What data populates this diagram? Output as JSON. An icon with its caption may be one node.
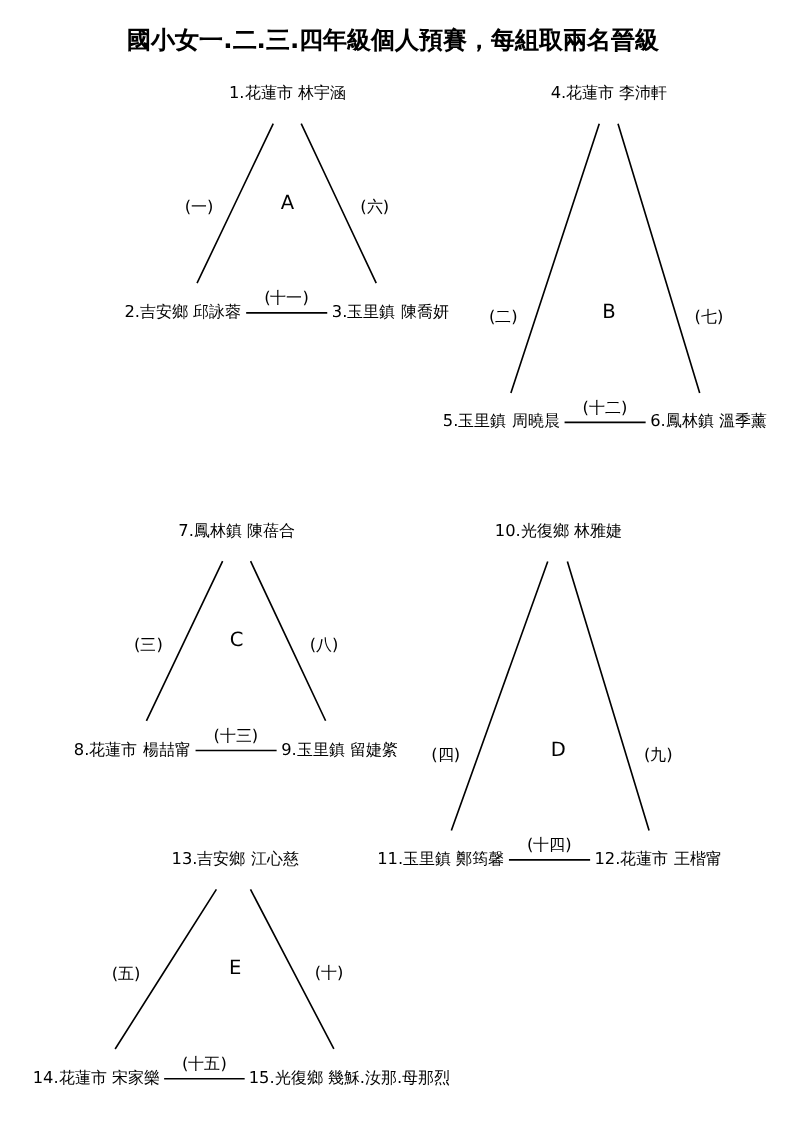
{
  "diagram": {
    "title": "國小女一.二.三.四年級個人預賽，每組取兩名晉級",
    "nodes": [
      {
        "text": [
          "1.花蓮市 林宇涵"
        ]
      },
      {
        "text": [
          "2.吉安鄉 邱詠蓉"
        ]
      },
      {
        "text": [
          "3.玉里鎮 陳喬妍"
        ]
      },
      {
        "text": [
          "4.花蓮市 李沛軒"
        ]
      },
      {
        "text": [
          "5.玉里鎮 周曉晨"
        ]
      },
      {
        "text": [
          "6.鳳林鎮 溫季薰"
        ]
      },
      {
        "text": [
          "7.鳳林鎮 陳蓓合"
        ]
      },
      {
        "text": [
          "8.花蓮市 楊喆甯"
        ]
      },
      {
        "text": [
          "9.玉里鎮 留婕綮"
        ]
      },
      {
        "text": [
          "10.光復鄉 林雅婕"
        ]
      },
      {
        "text": [
          "11.玉里鎮 鄭筠馨"
        ]
      },
      {
        "text": [
          "12.花蓮市 王楷甯"
        ]
      },
      {
        "text": [
          "13.吉安鄉 江心慈"
        ]
      },
      {
        "text": [
          "14.花蓮市 宋家樂"
        ]
      },
      {
        "text": [
          "15.光復鄉 幾穌.汝那.母那烈"
        ]
      }
    ],
    "edges": [
      {
        "from": 0,
        "to": 1,
        "arrow": "none",
        "label": "(一)"
      },
      {
        "from": 0,
        "to": 2,
        "arrow": "none",
        "label": "(六)"
      },
      {
        "from": 1,
        "to": 2,
        "arrow": "none",
        "label": "(十一)"
      },
      {
        "from": 3,
        "to": 4,
        "arrow": "none",
        "label": "(二)"
      },
      {
        "from": 3,
        "to": 5,
        "arrow": "none",
        "label": "(七)"
      },
      {
        "from": 4,
        "to": 5,
        "arrow": "none",
        "label": "(十二)"
      },
      {
        "from": 6,
        "to": 7,
        "arrow": "none",
        "label": "(三)"
      },
      {
        "from": 6,
        "to": 8,
        "arrow": "none",
        "label": "(八)"
      },
      {
        "from": 7,
        "to": 8,
        "arrow": "none",
        "label": "(十三)"
      },
      {
        "from": 9,
        "to": 10,
        "arrow": "none",
        "label": "(四)"
      },
      {
        "from": 9,
        "to": 11,
        "arrow": "none",
        "label": "(九)"
      },
      {
        "from": 10,
        "to": 11,
        "arrow": "none",
        "label": "(十四)"
      },
      {
        "from": 12,
        "to": 13,
        "arrow": "none",
        "label": "(五)"
      },
      {
        "from": 12,
        "to": 14,
        "arrow": "none",
        "label": "(十)"
      },
      {
        "from": 13,
        "to": 14,
        "arrow": "none",
        "label": "(十五)"
      }
    ],
    "labels": [
      "A",
      "B",
      "C",
      "D",
      "E"
    ]
  }
}
